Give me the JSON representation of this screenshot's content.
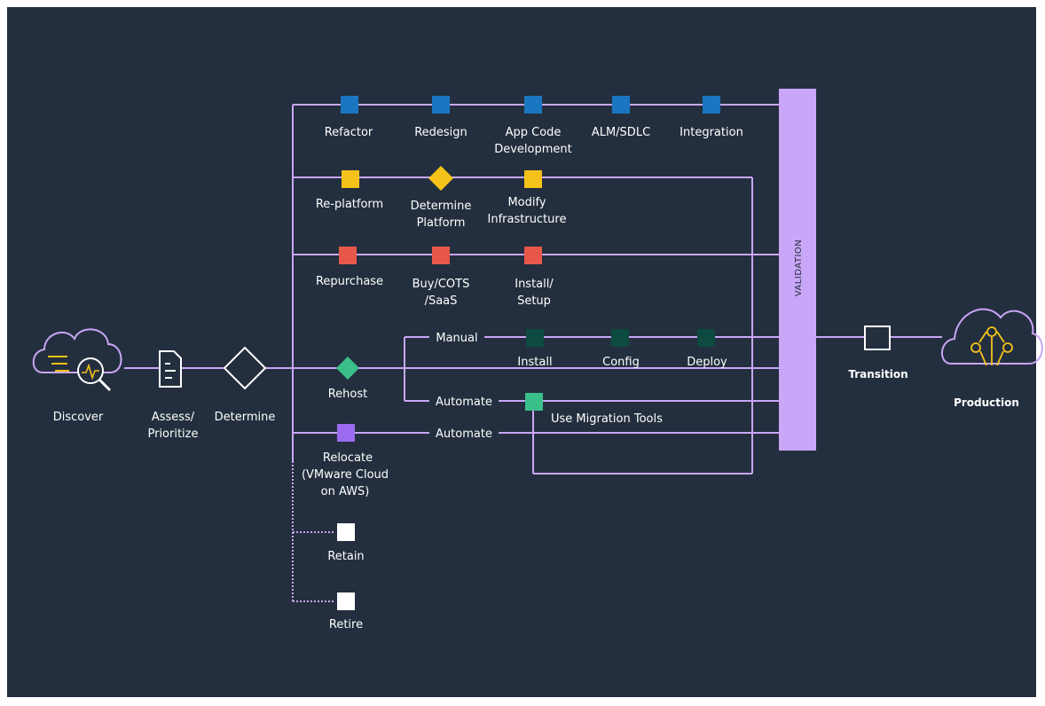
{
  "colors": {
    "background": "#232f3e",
    "line": "#c9a6f7",
    "refactor_blue": "#1a76c0",
    "replatform_yellow": "#f5c21a",
    "repurchase_red": "#e8584a",
    "rehost_green": "#3bbf8a",
    "rehost_dark": "#0d4a40",
    "relocate_purple": "#9b6cf0",
    "validation": "#c9a6f7",
    "white": "#ffffff"
  },
  "left": {
    "discover": "Discover",
    "assess_line1": "Assess/",
    "assess_line2": "Prioritize",
    "determine": "Determine"
  },
  "row_refactor": {
    "items": [
      {
        "line1": "Refactor",
        "line2": ""
      },
      {
        "line1": "Redesign",
        "line2": ""
      },
      {
        "line1": "App Code",
        "line2": "Development"
      },
      {
        "line1": "ALM/SDLC",
        "line2": ""
      },
      {
        "line1": "Integration",
        "line2": ""
      }
    ]
  },
  "row_replatform": {
    "items": [
      {
        "line1": "Re-platform",
        "line2": ""
      },
      {
        "line1": "Determine",
        "line2": "Platform"
      },
      {
        "line1": "Modify",
        "line2": "Infrastructure"
      }
    ]
  },
  "row_repurchase": {
    "items": [
      {
        "line1": "Repurchase",
        "line2": ""
      },
      {
        "line1": "Buy/COTS",
        "line2": "/SaaS"
      },
      {
        "line1": "Install/",
        "line2": "Setup"
      }
    ]
  },
  "row_rehost": {
    "rehost": "Rehost",
    "manual": "Manual",
    "automate1": "Automate",
    "install": "Install",
    "config": "Config",
    "deploy": "Deploy",
    "migration_tools": "Use Migration Tools"
  },
  "row_relocate": {
    "line1": "Relocate",
    "line2": "(VMware Cloud",
    "line3": "on AWS)",
    "automate": "Automate"
  },
  "retain": "Retain",
  "retire": "Retire",
  "validation": "VALIDATION",
  "transition": "Transition",
  "production": "Production"
}
